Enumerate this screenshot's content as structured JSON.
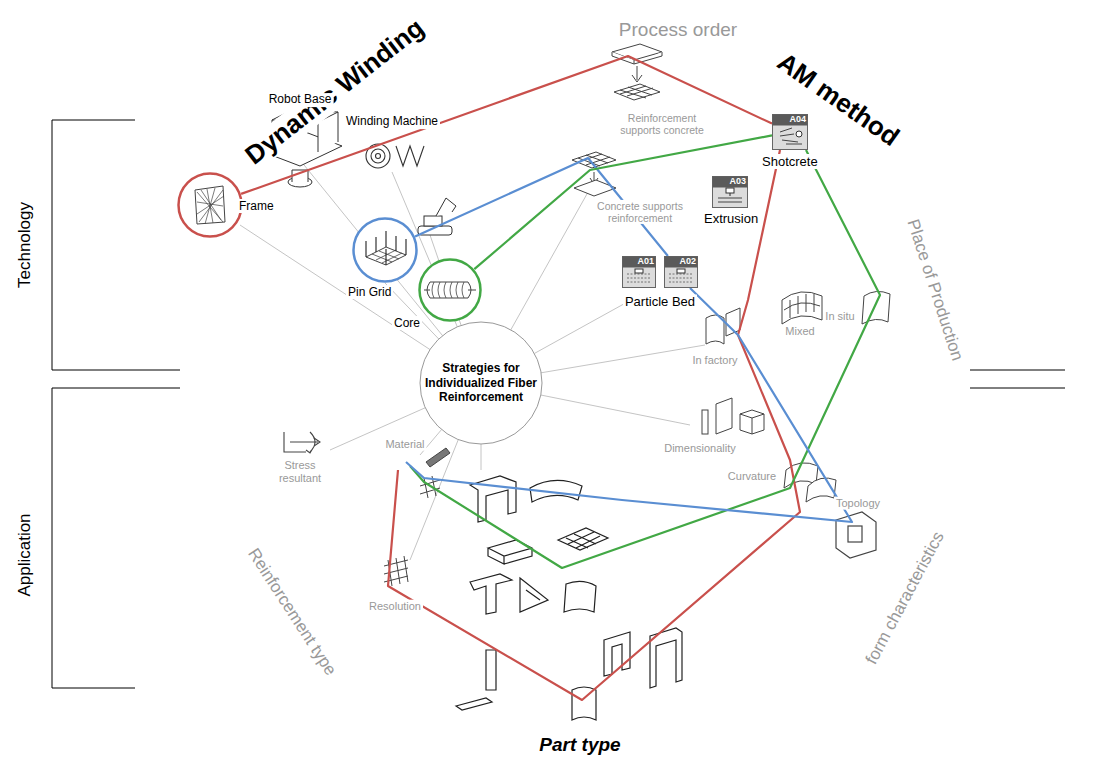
{
  "diagram": {
    "nodes": [
      {
        "text": [
          "Strategies for Individualized Fiber Reinforcement"
        ]
      },
      {
        "text": [
          "Frame"
        ]
      },
      {
        "text": [
          "Pin Grid"
        ]
      },
      {
        "text": [
          "Core"
        ]
      },
      {
        "text": [
          "A04",
          "Shotcrete"
        ]
      },
      {
        "text": [
          "A03",
          "Extrusion"
        ]
      },
      {
        "text": [
          "A01"
        ]
      },
      {
        "text": [
          "A02"
        ]
      }
    ],
    "edges": [
      {
        "from": 1,
        "to": 4,
        "arrow": "none"
      },
      {
        "from": 2,
        "to": 7,
        "arrow": "none"
      },
      {
        "from": 3,
        "to": 4,
        "arrow": "none"
      }
    ],
    "labels": [
      "Technology",
      "Application",
      "Dynamic Winding",
      "Robot Base",
      "Winding Machine",
      "Process order",
      "Reinforcement supports concrete",
      "Concrete supports reinforcement",
      "AM method",
      "Particle Bed",
      "Place of Production",
      "In factory",
      "Mixed",
      "In situ",
      "Dimensionality",
      "Curvature",
      "Topology",
      "form characteristics",
      "Part type",
      "Reinforcement type",
      "Material",
      "Stress resultant",
      "Resolution"
    ]
  }
}
